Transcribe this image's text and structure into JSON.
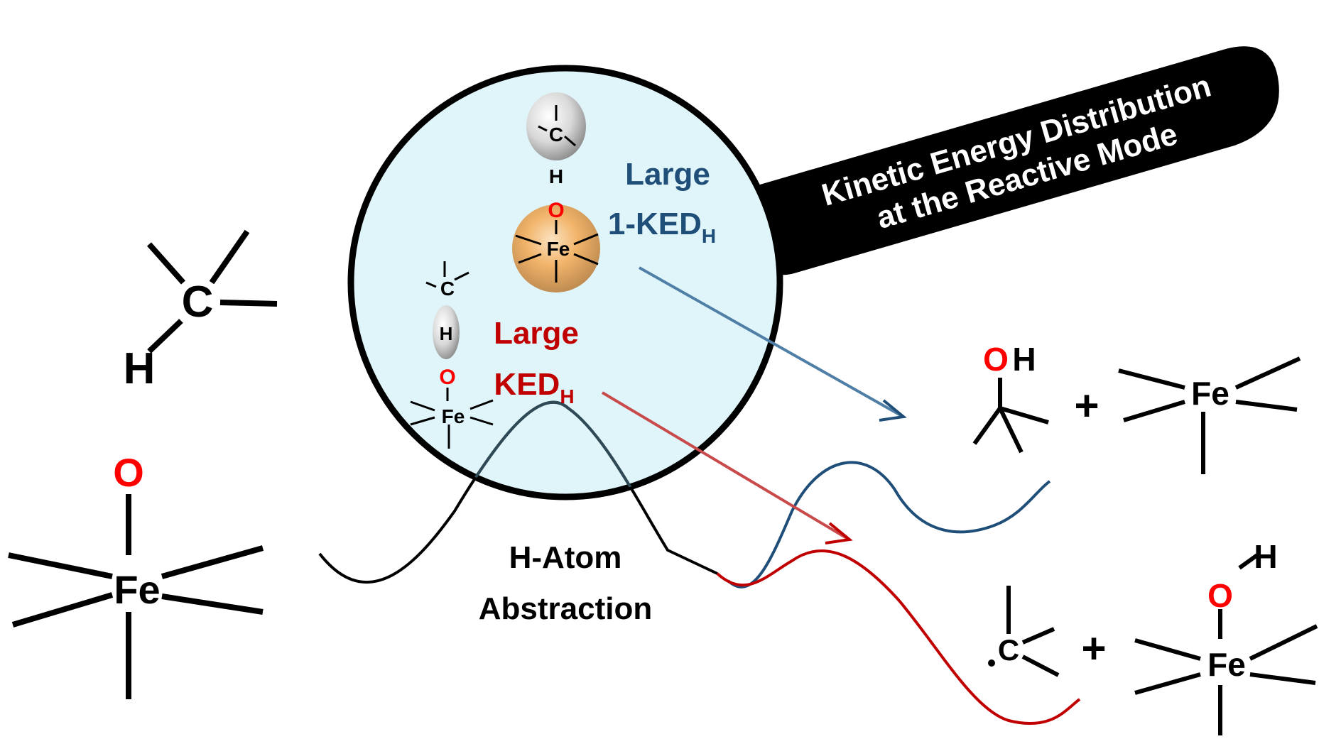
{
  "colors": {
    "bond": "#000000",
    "oxygen": "#ff0000",
    "blue_label": "#1f4e79",
    "red_label": "#c00000",
    "blue_curve": "#1f4e79",
    "red_curve": "#c00000",
    "lens_fill": "#dff5fa",
    "banner": "#000000"
  },
  "atoms": {
    "C": "C",
    "H": "H",
    "O": "O",
    "Fe": "Fe"
  },
  "labels": {
    "abstraction_line1": "H-Atom",
    "abstraction_line2": "Abstraction",
    "blue_line1": "Large",
    "blue_line2_main": "1-KED",
    "blue_line2_sub": "H",
    "red_line1": "Large",
    "red_line2_main": "KED",
    "red_line2_sub": "H",
    "banner_line1": "Kinetic Energy Distribution",
    "banner_line2": "at the Reactive Mode",
    "plus": "+"
  },
  "icons": {
    "magnifier": "magnifying-glass-icon",
    "reaction_arrow": "arrow-icon"
  }
}
